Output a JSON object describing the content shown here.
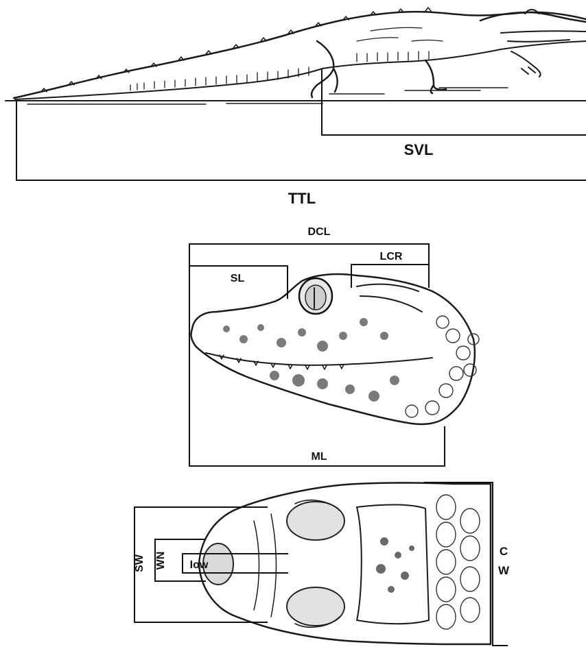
{
  "labels": {
    "svl": "SVL",
    "ttl": "TTL",
    "dcl": "DCL",
    "sl": "SL",
    "lcr": "LCR",
    "ml": "ML",
    "sw": "SW",
    "wn": "WN",
    "iow": "Iow",
    "cw_top": "C",
    "cw_bottom": "W"
  },
  "colors": {
    "ink": "#111111",
    "background": "#ffffff"
  }
}
